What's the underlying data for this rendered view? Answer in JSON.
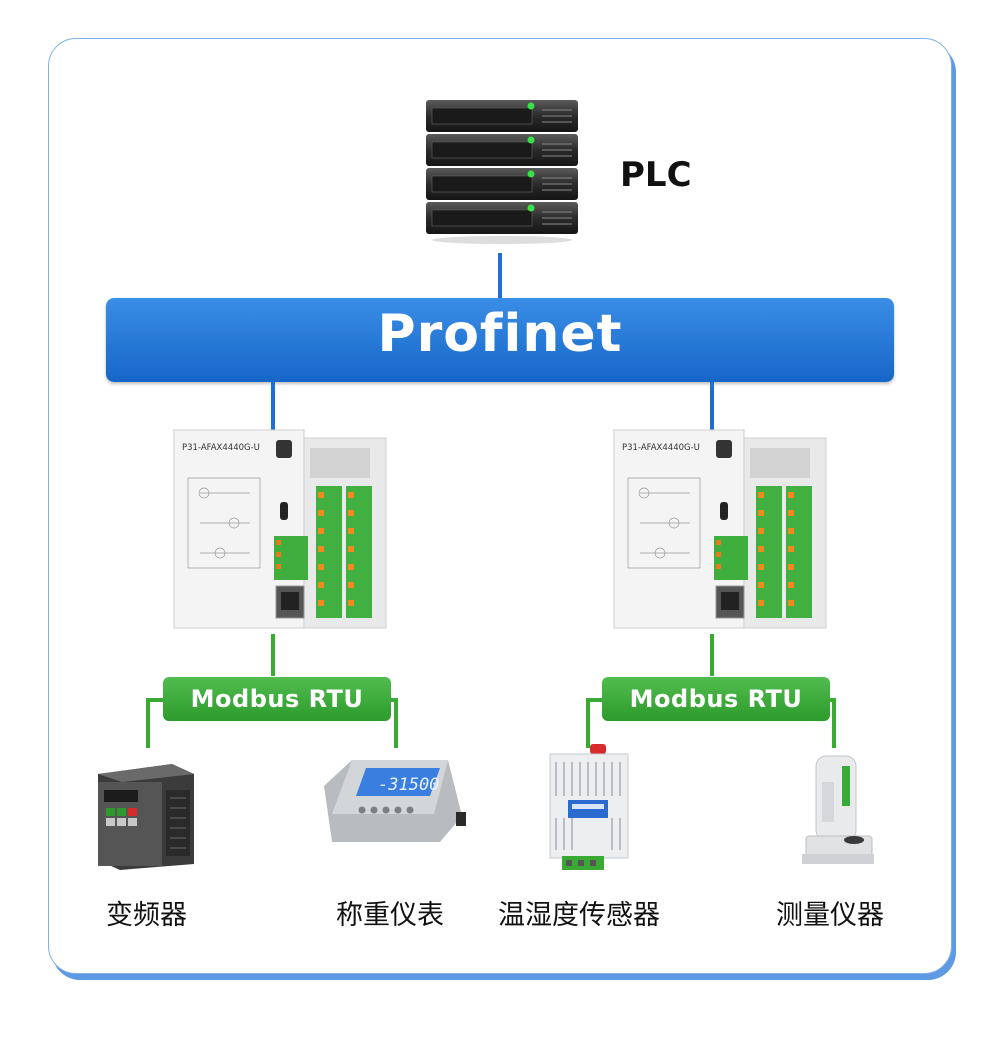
{
  "plc": {
    "label": "PLC"
  },
  "bus": {
    "label": "Profinet"
  },
  "gateways": [
    {
      "model": "P31-AFAX4440G-U",
      "rtu_label": "Modbus  RTU"
    },
    {
      "model": "P31-AFAX4440G-U",
      "rtu_label": "Modbus  RTU"
    }
  ],
  "devices": [
    {
      "label": "变频器"
    },
    {
      "label": "称重仪表",
      "display": "-31500"
    },
    {
      "label": "温湿度传感器"
    },
    {
      "label": "测量仪器"
    }
  ],
  "colors": {
    "bus": "#1c6fd1",
    "bus_line": "#1f6fd0",
    "rtu_green": "#3aaa35",
    "card_border": "#7fb1ea"
  }
}
